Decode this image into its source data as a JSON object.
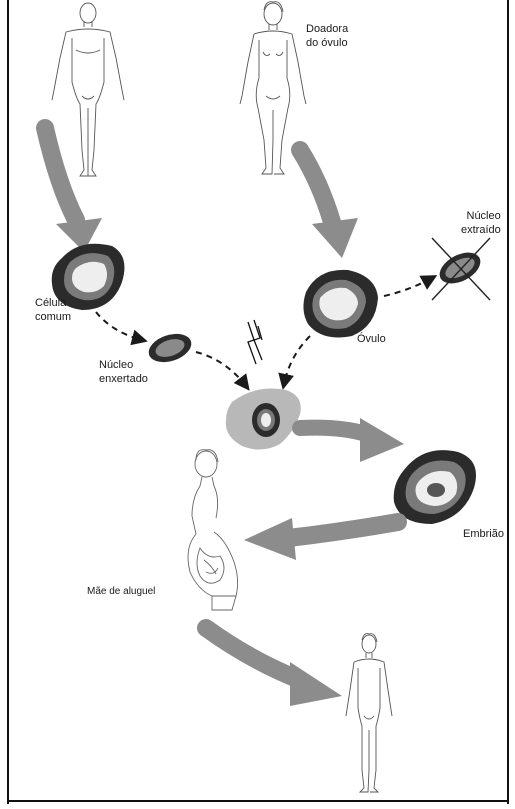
{
  "labels": {
    "donor": [
      "Doadora",
      "do óvulo"
    ],
    "common_cell": [
      "Célula",
      "comum"
    ],
    "grafted_nucleus": [
      "Núcleo",
      "enxertado"
    ],
    "extracted_nucleus": [
      "Núcleo",
      "extraído"
    ],
    "ovum": "Óvulo",
    "embryo": "Embrião",
    "surrogate": "Mãe de aluguel"
  },
  "colors": {
    "arrow": "#8c8c8c",
    "cell_outer": "#2b2b2b",
    "cell_mid": "#7a7a7a",
    "cell_inner": "#eeeeee",
    "fused_cell": "#b8b8b8",
    "line": "#555555",
    "frame": "#000000"
  },
  "icons": [
    "person-outline-icon",
    "woman-outline-icon",
    "lightning-spark-icon",
    "cross-out-icon",
    "pregnant-woman-icon",
    "child-outline-icon"
  ]
}
